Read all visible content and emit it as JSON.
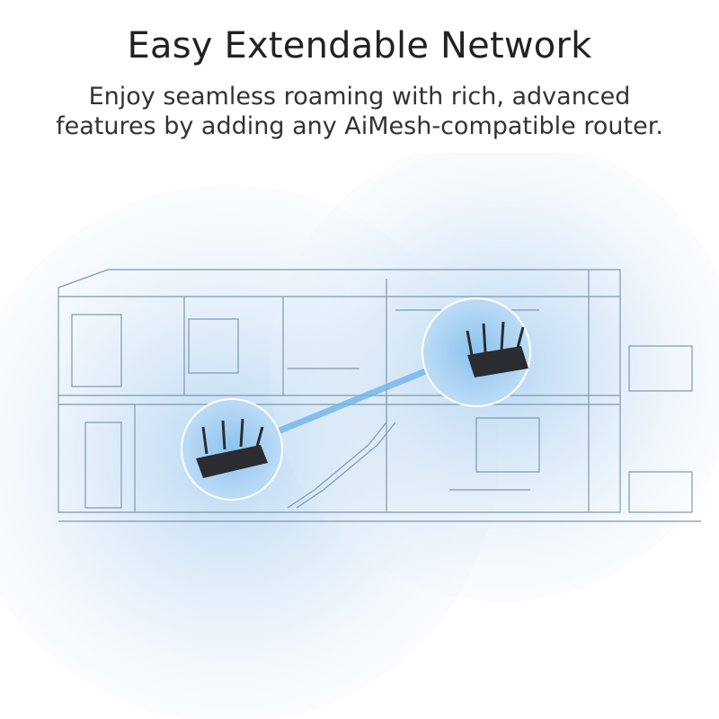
{
  "header": {
    "title": "Easy Extendable Network",
    "subtitle_line1": "Enjoy seamless roaming with rich, advanced",
    "subtitle_line2": "features by adding any AiMesh-compatible router."
  },
  "colors": {
    "coverage": "#cfe3f5",
    "link": "#6fb3ea",
    "router": "#2a2c30",
    "sketch": "#7f98ad"
  }
}
